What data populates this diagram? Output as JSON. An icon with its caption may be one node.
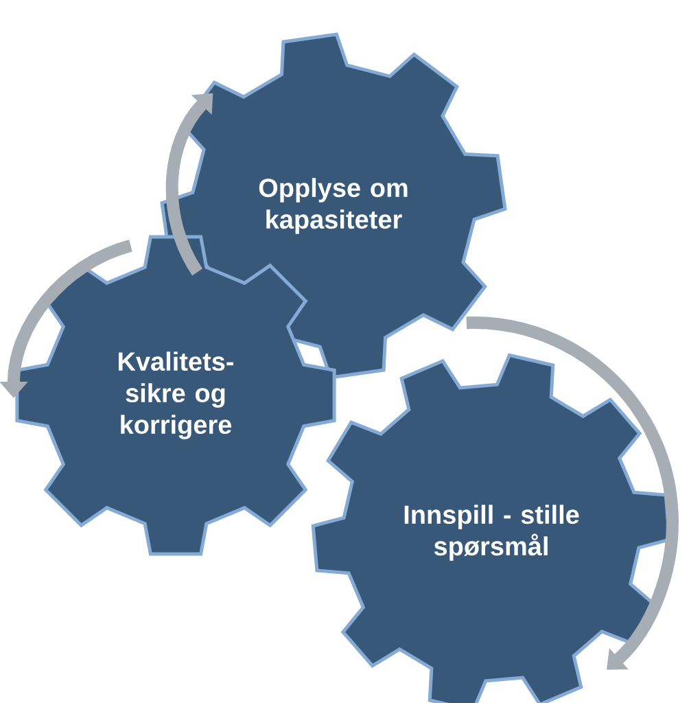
{
  "diagram": {
    "nodes": [
      {
        "text": [
          "Opplyse om kapasiteter"
        ]
      },
      {
        "text": [
          "Kvalitets- sikre og korrigere"
        ]
      },
      {
        "text": [
          "Innspill - stille spørsmål"
        ]
      }
    ],
    "edges": [
      {
        "from": 1,
        "to": 0,
        "arrow": "to"
      }
    ]
  }
}
